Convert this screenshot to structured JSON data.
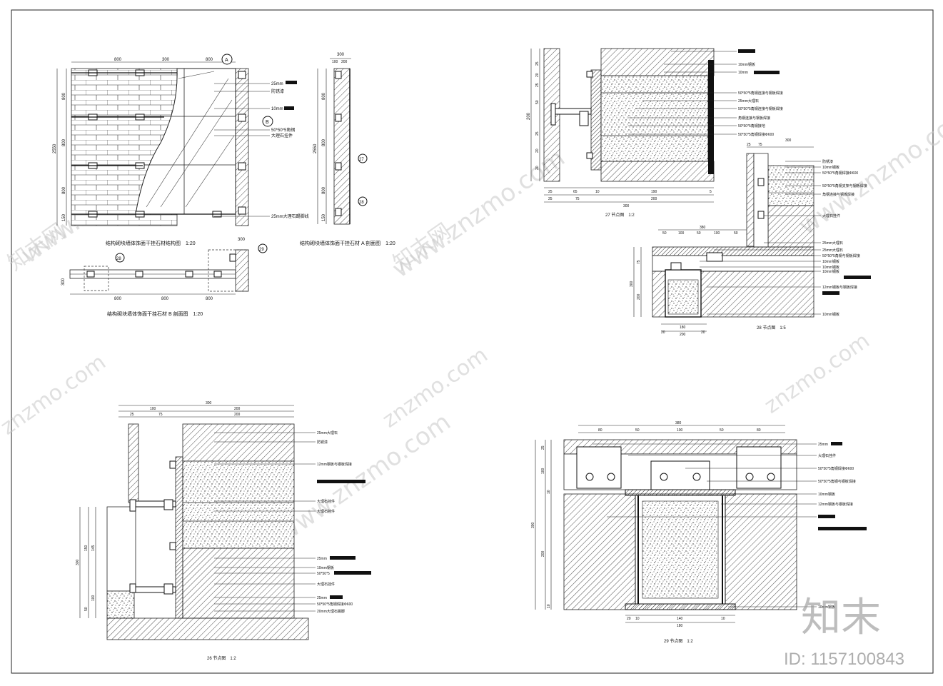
{
  "brand": {
    "logo_text": "知末",
    "id_text": "ID: 1157100843",
    "watermark_domain": "www.znzmo.com",
    "watermark_short": "znzmo.com",
    "watermark_cn": "知末网"
  },
  "elevation": {
    "title": "结构砌块墙体饰面干挂石材结构图　1:20",
    "dims_top": [
      "800",
      "300",
      "800"
    ],
    "dims_left_total": "2550",
    "dims_left": [
      "800",
      "800",
      "800",
      "150"
    ],
    "notes": [
      "25mm",
      "防锈漆",
      "10mm",
      "50*50*5角钢",
      "大理石挂件",
      "25mm大理石踢脚线"
    ],
    "tags": [
      "A",
      "B"
    ]
  },
  "section_a": {
    "title": "结构砌块墙体饰面干挂石材 A 剖面图　1:20",
    "dims_top": [
      "300",
      "100",
      "200"
    ],
    "dims_left_total": "2550",
    "dims_left": [
      "800",
      "800",
      "800",
      "150"
    ],
    "tags": [
      "27",
      "28"
    ]
  },
  "section_b": {
    "title": "结构砌块墙体饰面干挂石材 B 剖面图　1:20",
    "dims_bottom": [
      "800",
      "800",
      "800"
    ],
    "dim_left": "300",
    "dim_top": "300",
    "tags": [
      "28",
      "29"
    ]
  },
  "node27": {
    "title": "27 节点图　1:2",
    "dims_left": [
      "25",
      "20",
      "25",
      "50",
      "25",
      "20",
      "20"
    ],
    "dim_left_total": "200",
    "dims_bottom1": [
      "25",
      "65",
      "10",
      "190",
      "5"
    ],
    "dims_bottom2": [
      "25",
      "75",
      "200"
    ],
    "dim_bottom_total": "300",
    "notes": [
      "10mm钢板",
      "10mm",
      "50*50*5角钢连接与钢板焊接",
      "25mm大理石",
      "50*50*5角钢连接与钢板焊接",
      "角钢连接与钢板焊接",
      "50*50*5角钢接地",
      "50*50*5角钢焊接Φ600"
    ]
  },
  "node28": {
    "title": "28 节点图　1:5",
    "dims_top": [
      "25",
      "75",
      "300"
    ],
    "dims_top2": [
      "50",
      "100",
      "50",
      "100",
      "50"
    ],
    "dim_top_total": "380",
    "dims_left": [
      "75",
      "200"
    ],
    "dim_left_total": "300",
    "dims_bottom": [
      "180",
      "200",
      "20",
      "20"
    ],
    "notes": [
      "防锈漆",
      "10mm钢板",
      "50*50*5角钢焊接Φ600",
      "50*50*5角钢支架与钢板焊接",
      "角钢连接与钢板焊接",
      "大理石挂件",
      "25mm大理石",
      "25mm大理石",
      "50*50*5角钢与钢板焊接",
      "10mm钢板",
      "10mm钢板",
      "10mm钢板",
      "12mm钢板与钢板焊接",
      "10mm钢板"
    ]
  },
  "node26": {
    "title": "26 节点图　1:2",
    "dims_top_total": "300",
    "dims_top1": [
      "100",
      "200"
    ],
    "dims_top2": [
      "25",
      "75",
      "200"
    ],
    "dims_left": [
      "150",
      "145",
      "100",
      "50"
    ],
    "dim_left_total": "300",
    "notes": [
      "25mm大理石",
      "防锈漆",
      "12mm钢板与钢板焊接",
      "大理石挂件",
      "大理石挂件",
      "25mm",
      "10mm钢板",
      "50*50*5",
      "大理石挂件",
      "25mm",
      "50*50*5角钢焊接Φ600",
      "20mm大理石踢脚"
    ]
  },
  "node29": {
    "title": "29 节点图　1:2",
    "dims_top_total": "380",
    "dims_top": [
      "80",
      "50",
      "100",
      "50",
      "80"
    ],
    "dims_left": [
      "25",
      "100",
      "10",
      "200",
      "10"
    ],
    "dim_left_total": "300",
    "dims_bottom": [
      "20",
      "10",
      "140",
      "10"
    ],
    "dim_bottom_total": "180",
    "notes": [
      "25mm",
      "大理石挂件",
      "50*50*5角钢焊接Φ600",
      "50*50*5角钢与钢板焊接",
      "10mm钢板",
      "12mm钢板与钢板焊接",
      "10mm钢板"
    ]
  }
}
